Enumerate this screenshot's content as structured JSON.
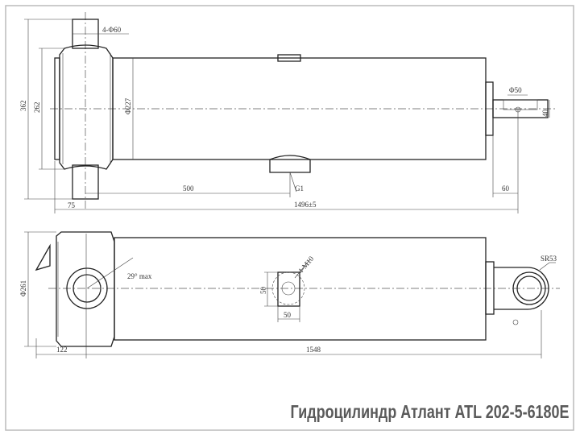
{
  "title": "Гидроцилиндр Атлант ATL 202-5-6180E",
  "top_view": {
    "dims": {
      "overall_height": "362",
      "head_height": "262",
      "body_diameter": "Φ227",
      "trunnion": "4-Φ60",
      "port_distance": "500",
      "port": "G1",
      "head_offset": "75",
      "length": "1496±5",
      "rod_end": "60",
      "pin_diameter": "Φ50",
      "rod_width": "40"
    }
  },
  "bottom_view": {
    "dims": {
      "diameter": "Φ261",
      "angle": "29° max",
      "bolts": "4-M10",
      "flange_h": "50",
      "flange_w": "50",
      "sphere": "SR53",
      "head_offset": "122",
      "length": "1548"
    }
  }
}
